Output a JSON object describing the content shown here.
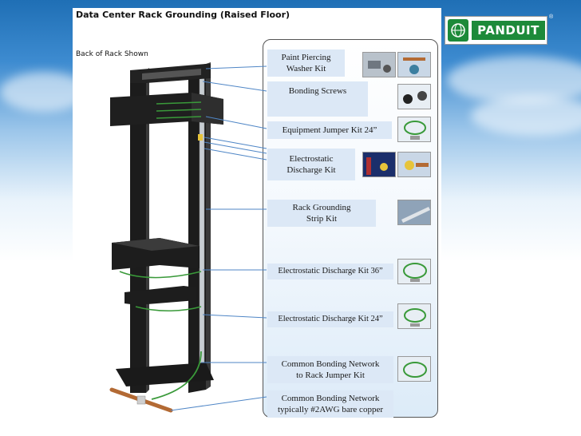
{
  "slide": {
    "title": "Data Center Rack Grounding (Raised Floor)",
    "subtitle": "Back of Rack Shown"
  },
  "logo": {
    "text": "PANDUIT",
    "registered": "®"
  },
  "labels": [
    {
      "id": "paint-piercing-washer-kit",
      "text": "Paint Piercing\nWasher Kit"
    },
    {
      "id": "bonding-screws",
      "text": "Bonding Screws"
    },
    {
      "id": "equipment-jumper-kit-24",
      "text": "Equipment Jumper Kit 24”"
    },
    {
      "id": "esd-kit",
      "text": "Electrostatic\nDischarge Kit"
    },
    {
      "id": "rack-grounding-strip-kit",
      "text": "Rack Grounding\n     Strip Kit"
    },
    {
      "id": "esd-kit-36",
      "text": "Electrostatic Discharge Kit 36”"
    },
    {
      "id": "esd-kit-24",
      "text": "Electrostatic Discharge Kit 24”"
    },
    {
      "id": "cbn-rack-jumper-kit",
      "text": "Common Bonding Network\nto Rack Jumper Kit"
    },
    {
      "id": "cbn-bare-copper",
      "text": "Common Bonding Network\ntypically #2AWG bare copper"
    }
  ],
  "colors": {
    "rack": "#1c1c1c",
    "strip": "#c7cdd2",
    "green_wire": "#3a9a3a",
    "copper": "#b36a34",
    "leader": "#4f86c6",
    "brand_green": "#1d8a3a"
  }
}
